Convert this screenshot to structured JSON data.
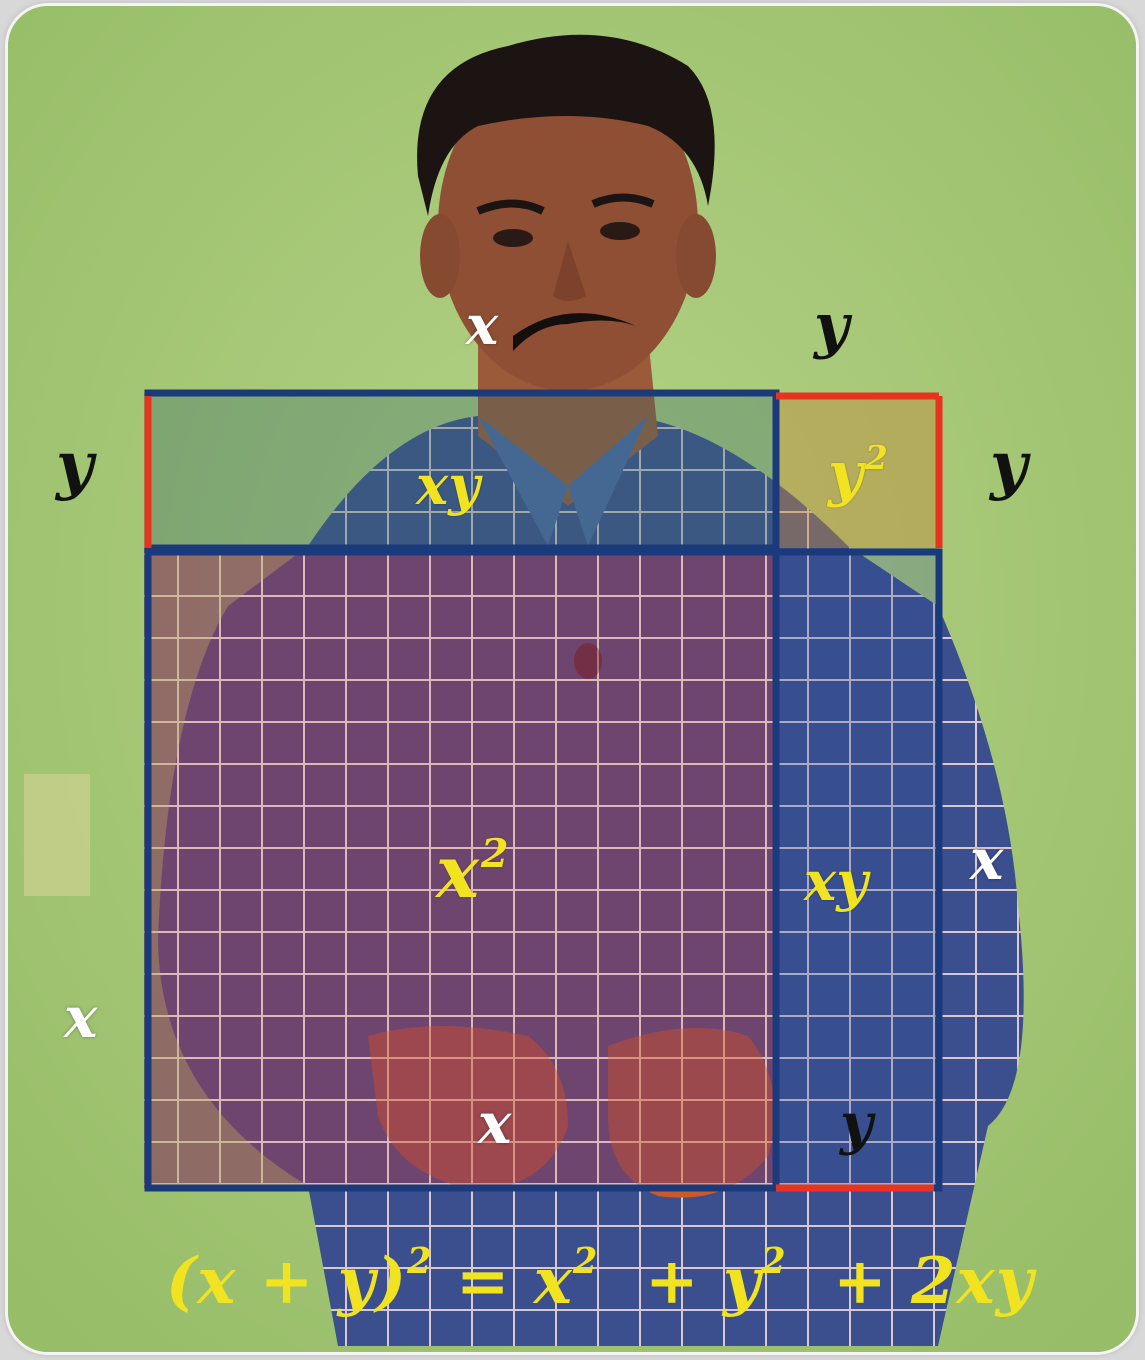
{
  "diagram": {
    "side_labels": {
      "top_x": "x",
      "top_y": "y",
      "left_y": "y",
      "right_y": "y",
      "left_x": "x",
      "right_x": "x",
      "bottom_x": "x",
      "bottom_y": "y"
    },
    "regions": {
      "top_left_area": "xy",
      "top_right_area_base": "y",
      "top_right_area_exp": "2",
      "big_square_base": "x",
      "big_square_exp": "2",
      "right_area": "xy"
    },
    "formula": {
      "open": "(x + y)",
      "open_exp": "2",
      "eq": " = x",
      "x_exp": "2",
      "plus_y": "  + y",
      "y_exp": "2",
      "tail": "  + 2xy"
    },
    "colors": {
      "background": "#a9c97b",
      "box_outline": "#1a3a7c",
      "edge_highlight": "#e8341f",
      "label_yellow": "#f2e320",
      "label_white": "#ffffff",
      "label_black": "#111111"
    }
  }
}
